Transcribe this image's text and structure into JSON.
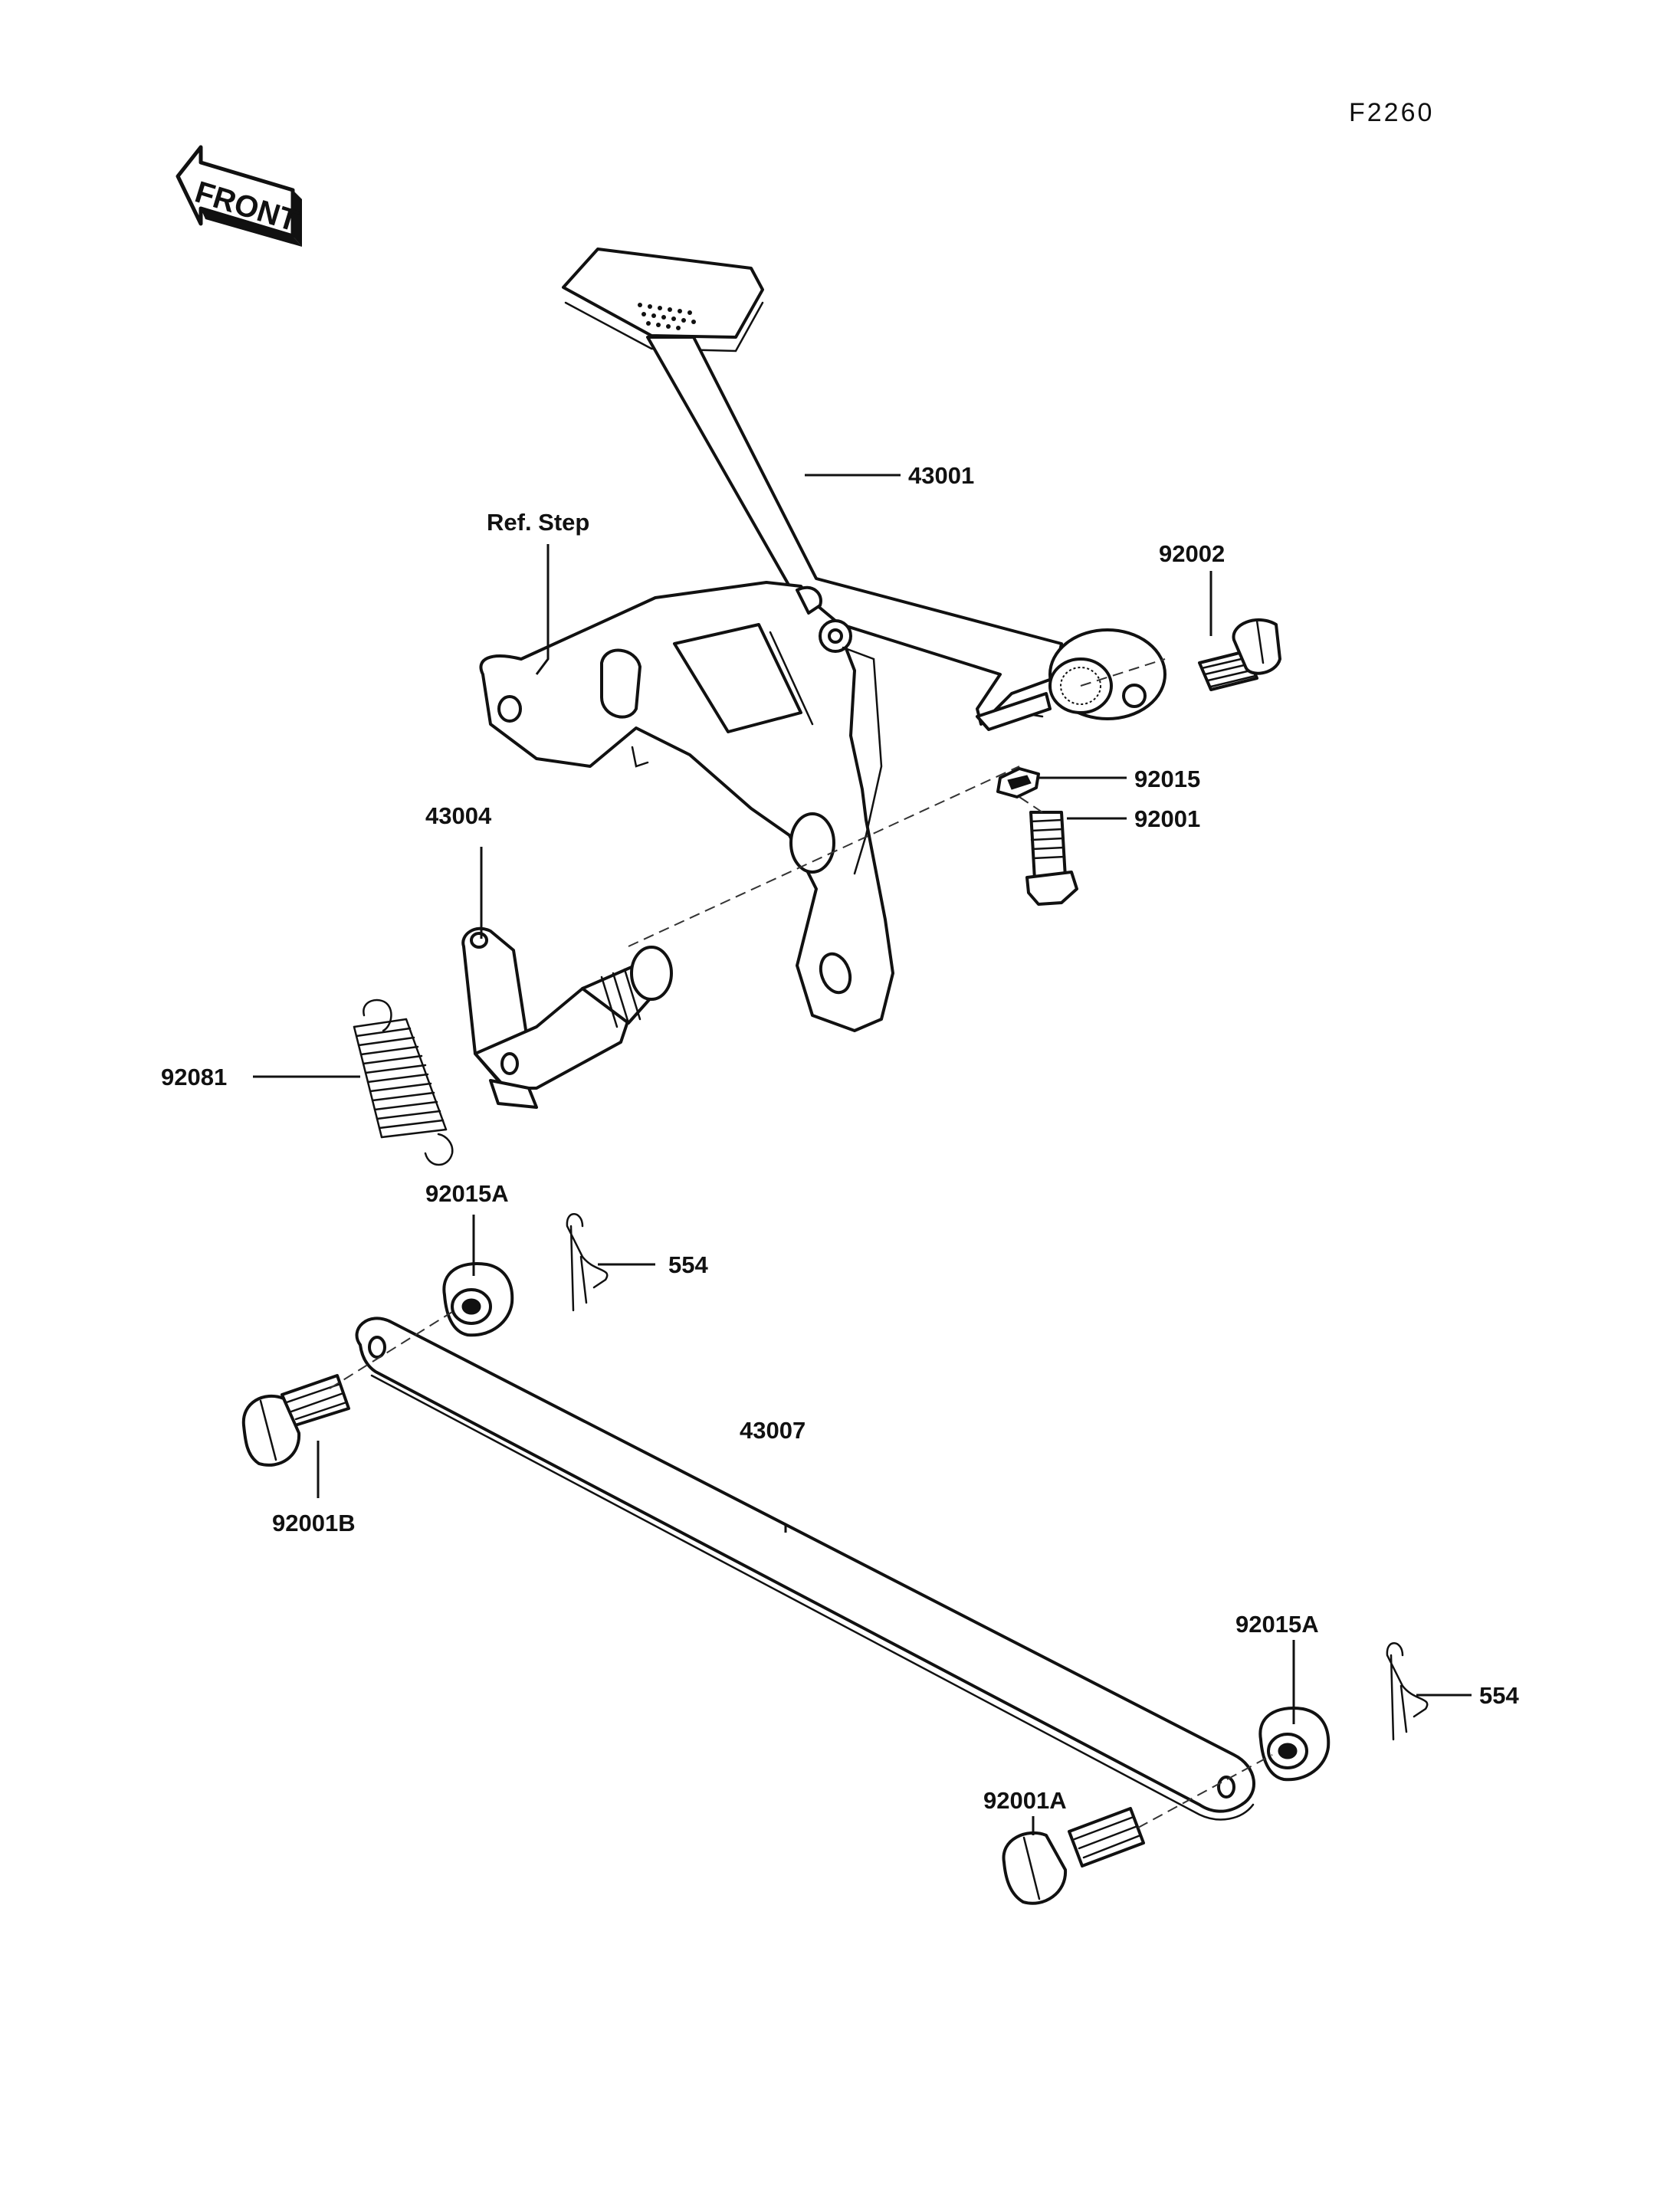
{
  "diagram_code": "F2260",
  "front_arrow_label": "FRONT",
  "callouts": {
    "pedal": "43001",
    "ref_step": "Ref. Step",
    "bolt_92002": "92002",
    "nut_92015": "92015",
    "bolt_92001": "92001",
    "shaft_43004": "43004",
    "spring_92081": "92081",
    "nut_92015a_top": "92015A",
    "pin_554_top": "554",
    "rod_43007": "43007",
    "bolt_92001b": "92001B",
    "nut_92015a_bottom": "92015A",
    "pin_554_bottom": "554",
    "bolt_92001a": "92001A"
  }
}
